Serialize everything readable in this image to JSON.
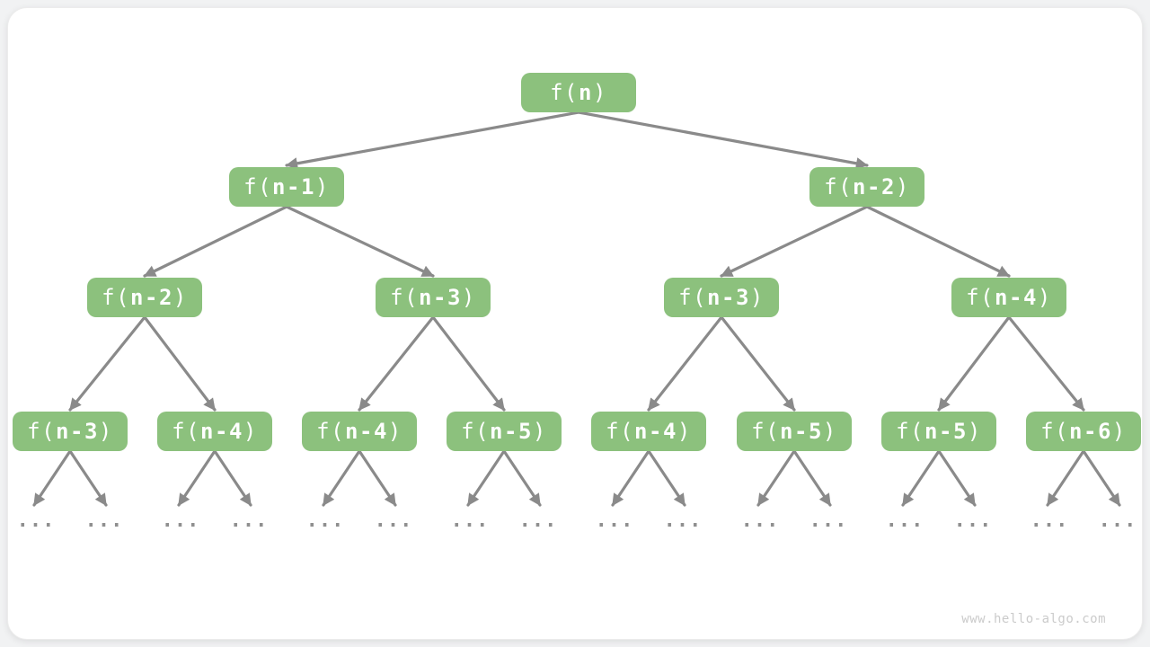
{
  "watermark": "www.hello-algo.com",
  "ellipsis": "...",
  "colors": {
    "node_fill": "#8CC17D",
    "node_text": "#FFFFFF",
    "arrow": "#8A8A8A",
    "watermark_text": "#CBCBCB",
    "card_background": "#FFFFFF",
    "page_background": "#F1F2F3"
  },
  "diagram_type": "recursion-tree",
  "nodes": [
    {
      "level": 1,
      "label": "f(n)",
      "pre": "f(",
      "var": "n",
      "post": ")"
    },
    {
      "level": 2,
      "label": "f(n-1)",
      "pre": "f(",
      "var": "n-1",
      "post": ")"
    },
    {
      "level": 2,
      "label": "f(n-2)",
      "pre": "f(",
      "var": "n-2",
      "post": ")"
    },
    {
      "level": 3,
      "label": "f(n-2)",
      "pre": "f(",
      "var": "n-2",
      "post": ")"
    },
    {
      "level": 3,
      "label": "f(n-3)",
      "pre": "f(",
      "var": "n-3",
      "post": ")"
    },
    {
      "level": 3,
      "label": "f(n-3)",
      "pre": "f(",
      "var": "n-3",
      "post": ")"
    },
    {
      "level": 3,
      "label": "f(n-4)",
      "pre": "f(",
      "var": "n-4",
      "post": ")"
    },
    {
      "level": 4,
      "label": "f(n-3)",
      "pre": "f(",
      "var": "n-3",
      "post": ")"
    },
    {
      "level": 4,
      "label": "f(n-4)",
      "pre": "f(",
      "var": "n-4",
      "post": ")"
    },
    {
      "level": 4,
      "label": "f(n-4)",
      "pre": "f(",
      "var": "n-4",
      "post": ")"
    },
    {
      "level": 4,
      "label": "f(n-5)",
      "pre": "f(",
      "var": "n-5",
      "post": ")"
    },
    {
      "level": 4,
      "label": "f(n-4)",
      "pre": "f(",
      "var": "n-4",
      "post": ")"
    },
    {
      "level": 4,
      "label": "f(n-5)",
      "pre": "f(",
      "var": "n-5",
      "post": ")"
    },
    {
      "level": 4,
      "label": "f(n-5)",
      "pre": "f(",
      "var": "n-5",
      "post": ")"
    },
    {
      "level": 4,
      "label": "f(n-6)",
      "pre": "f(",
      "var": "n-6",
      "post": ")"
    }
  ]
}
